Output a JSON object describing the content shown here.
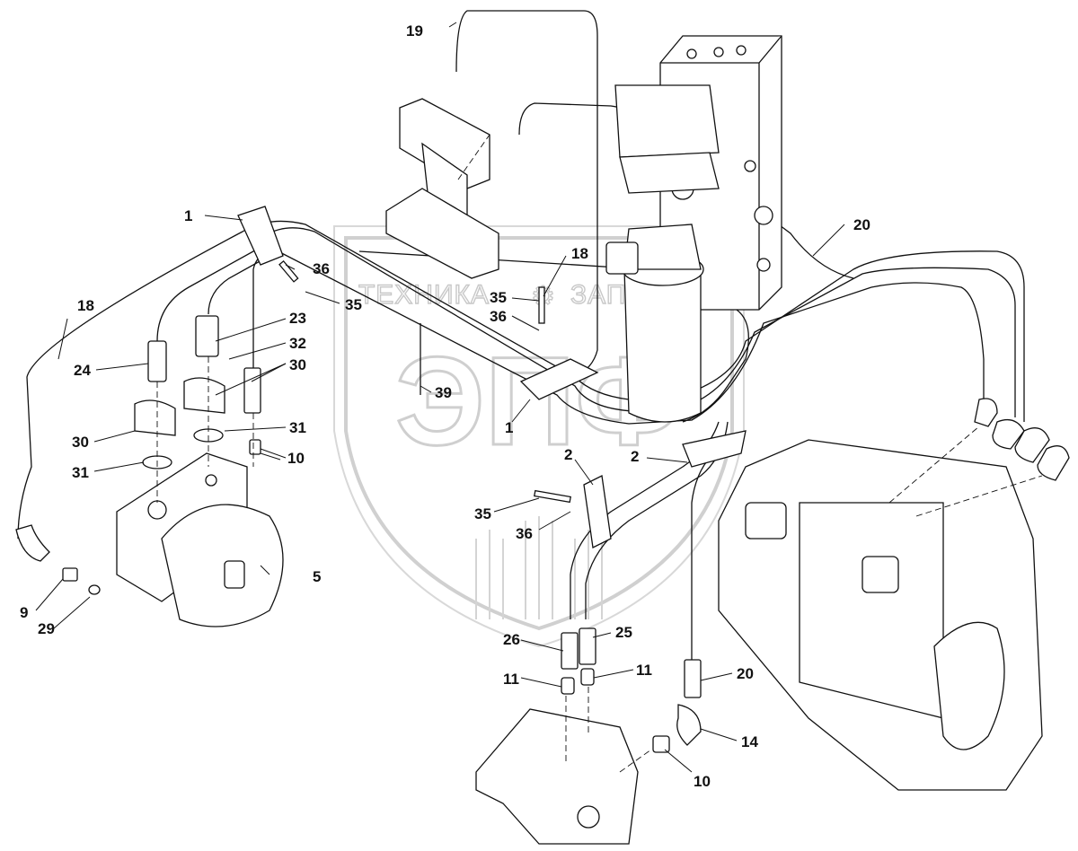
{
  "diagram": {
    "type": "exploded parts diagram",
    "subject": "hydraulic lines and fittings assembly",
    "watermark": {
      "text_left": "ТЕХНИКА",
      "text_right": "ЗАПЧАСТИ",
      "logo_letters": "ЭПФ",
      "gear-icon": "⚙"
    },
    "callouts": [
      {
        "id": "c1a",
        "label": "1"
      },
      {
        "id": "c1b",
        "label": "1"
      },
      {
        "id": "c2a",
        "label": "2"
      },
      {
        "id": "c2b",
        "label": "2"
      },
      {
        "id": "c5",
        "label": "5"
      },
      {
        "id": "c9",
        "label": "9"
      },
      {
        "id": "c10a",
        "label": "10"
      },
      {
        "id": "c10b",
        "label": "10"
      },
      {
        "id": "c11a",
        "label": "11"
      },
      {
        "id": "c11b",
        "label": "11"
      },
      {
        "id": "c14",
        "label": "14"
      },
      {
        "id": "c18a",
        "label": "18"
      },
      {
        "id": "c18b",
        "label": "18"
      },
      {
        "id": "c19",
        "label": "19"
      },
      {
        "id": "c20a",
        "label": "20"
      },
      {
        "id": "c20b",
        "label": "20"
      },
      {
        "id": "c23",
        "label": "23"
      },
      {
        "id": "c24",
        "label": "24"
      },
      {
        "id": "c25",
        "label": "25"
      },
      {
        "id": "c26",
        "label": "26"
      },
      {
        "id": "c29",
        "label": "29"
      },
      {
        "id": "c30a",
        "label": "30"
      },
      {
        "id": "c30b",
        "label": "30"
      },
      {
        "id": "c31a",
        "label": "31"
      },
      {
        "id": "c31b",
        "label": "31"
      },
      {
        "id": "c32",
        "label": "32"
      },
      {
        "id": "c35a",
        "label": "35"
      },
      {
        "id": "c35b",
        "label": "35"
      },
      {
        "id": "c35c",
        "label": "35"
      },
      {
        "id": "c36a",
        "label": "36"
      },
      {
        "id": "c36b",
        "label": "36"
      },
      {
        "id": "c36c",
        "label": "36"
      },
      {
        "id": "c39",
        "label": "39"
      }
    ]
  }
}
